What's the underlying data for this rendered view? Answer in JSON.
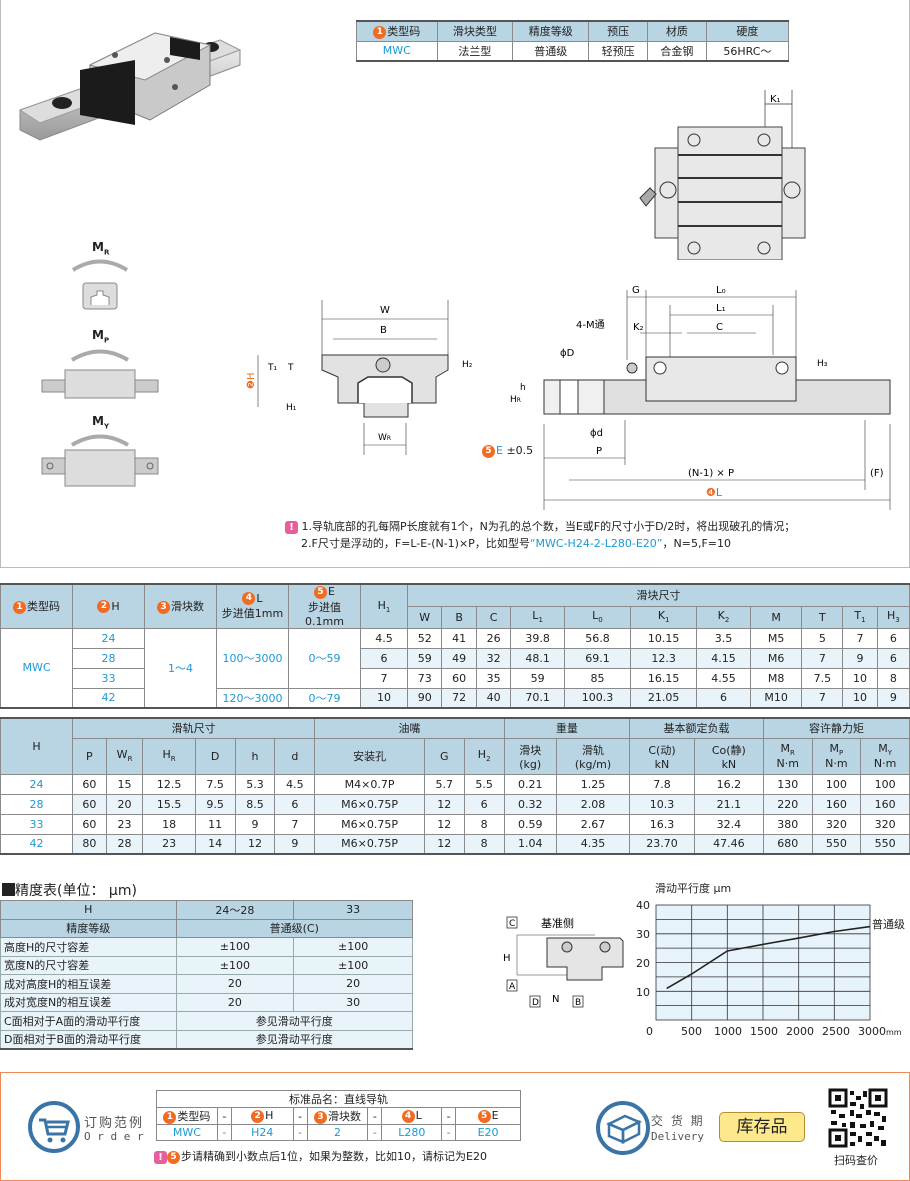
{
  "spec_table": {
    "headers": [
      "类型码",
      "滑块类型",
      "精度等级",
      "预压",
      "材质",
      "硬度"
    ],
    "values": [
      "MWC",
      "法兰型",
      "普通级",
      "轻预压",
      "合金钢",
      "56HRC～"
    ]
  },
  "moment_labels": {
    "mr": "M",
    "mr_sub": "R",
    "mp": "M",
    "mp_sub": "P",
    "my": "M",
    "my_sub": "Y"
  },
  "diagram": {
    "front_labels": {
      "W": "W",
      "B": "B",
      "T1": "T",
      "T": "T",
      "H2": "H",
      "H1": "H",
      "H": "H",
      "WR": "W"
    },
    "side_labels": {
      "G": "G",
      "L0": "L",
      "L1": "L",
      "K2": "K",
      "C": "C",
      "M": "4-M通",
      "H3": "H",
      "phiD": "ϕD",
      "phid": "ϕd",
      "HR": "H",
      "h": "h",
      "E": "E ±0.5",
      "P": "P",
      "NP": "(N-1) × P",
      "F": "(F)",
      "L": "L"
    },
    "top_labels": {
      "K1": "K"
    }
  },
  "notes": {
    "line1": "1.导轨底部的孔每隔P长度就有1个，N为孔的总个数，当E或F的尺寸小于D/2时，将出现破孔的情况；",
    "line2_pre": "2.F尺寸是浮动的，F=L-E-(N-1)×P，比如型号",
    "line2_model": "“MWC-H24-2-L280-E20”",
    "line2_post": "，N=5,F=10"
  },
  "table1": {
    "headers": {
      "type": "类型码",
      "H": "H",
      "count": "滑块数",
      "L": "L",
      "L_step": "步进值1mm",
      "E": "E",
      "E_step": "步进值0.1mm",
      "H1": "H",
      "group": "滑块尺寸"
    },
    "sub_headers": [
      "W",
      "B",
      "C",
      "L",
      "L",
      "K",
      "K",
      "M",
      "T",
      "T",
      "H"
    ],
    "sub_subs": [
      "",
      "",
      "",
      "1",
      "0",
      "1",
      "2",
      "",
      "",
      "1",
      "3"
    ],
    "type": "MWC",
    "count": "1～4",
    "L_ranges": [
      "100～3000",
      "120～3000"
    ],
    "E_ranges": [
      "0～59",
      "0～79"
    ],
    "rows": [
      {
        "H": "24",
        "H1": "4.5",
        "vals": [
          "52",
          "41",
          "26",
          "39.8",
          "56.8",
          "10.15",
          "3.5",
          "M5",
          "5",
          "7",
          "6"
        ]
      },
      {
        "H": "28",
        "H1": "6",
        "vals": [
          "59",
          "49",
          "32",
          "48.1",
          "69.1",
          "12.3",
          "4.15",
          "M6",
          "7",
          "9",
          "6"
        ]
      },
      {
        "H": "33",
        "H1": "7",
        "vals": [
          "73",
          "60",
          "35",
          "59",
          "85",
          "16.15",
          "4.55",
          "M8",
          "7.5",
          "10",
          "8"
        ]
      },
      {
        "H": "42",
        "H1": "10",
        "vals": [
          "90",
          "72",
          "40",
          "70.1",
          "100.3",
          "21.05",
          "6",
          "M10",
          "7",
          "10",
          "9"
        ]
      }
    ]
  },
  "table2": {
    "headers": {
      "H": "H",
      "rail": "滑轨尺寸",
      "oil": "油嘴",
      "weight": "重量",
      "load": "基本额定负载",
      "moment": "容许静力矩"
    },
    "sub_headers": [
      "P",
      "W",
      "H",
      "D",
      "h",
      "d",
      "安装孔",
      "G",
      "H",
      "滑块\n(kg)",
      "滑轨\n(kg/m)",
      "C(动)\nkN",
      "Co(静)\nkN",
      "M\nN·m",
      "M\nN·m",
      "M\nN·m"
    ],
    "rows": [
      {
        "H": "24",
        "vals": [
          "60",
          "15",
          "12.5",
          "7.5",
          "5.3",
          "4.5",
          "M4×0.7P",
          "5.7",
          "5.5",
          "0.21",
          "1.25",
          "7.8",
          "16.2",
          "130",
          "100",
          "100"
        ]
      },
      {
        "H": "28",
        "vals": [
          "60",
          "20",
          "15.5",
          "9.5",
          "8.5",
          "6",
          "M6×0.75P",
          "12",
          "6",
          "0.32",
          "2.08",
          "10.3",
          "21.1",
          "220",
          "160",
          "160"
        ]
      },
      {
        "H": "33",
        "vals": [
          "60",
          "23",
          "18",
          "11",
          "9",
          "7",
          "M6×0.75P",
          "12",
          "8",
          "0.59",
          "2.67",
          "16.3",
          "32.4",
          "380",
          "320",
          "320"
        ]
      },
      {
        "H": "42",
        "vals": [
          "80",
          "28",
          "23",
          "14",
          "12",
          "9",
          "M6×0.75P",
          "12",
          "8",
          "1.04",
          "4.35",
          "23.70",
          "47.46",
          "680",
          "550",
          "550"
        ]
      }
    ]
  },
  "accuracy": {
    "title": "精度表(单位： μm)",
    "col_H": "H",
    "col_a": "24～28",
    "col_b": "33",
    "grade_label": "精度等级",
    "grade_value": "普通级(C)",
    "rows": [
      {
        "label": "高度H的尺寸容差",
        "a": "±100",
        "b": "±100"
      },
      {
        "label": "宽度N的尺寸容差",
        "a": "±100",
        "b": "±100"
      },
      {
        "label": "成对高度H的相互误差",
        "a": "20",
        "b": "20"
      },
      {
        "label": "成对宽度N的相互误差",
        "a": "20",
        "b": "30"
      }
    ],
    "merged_rows": [
      {
        "label": "C面相对于A面的滑动平行度",
        "value": "参见滑动平行度"
      },
      {
        "label": "D面相对于B面的滑动平行度",
        "value": "参见滑动平行度"
      }
    ],
    "ref_diagram": {
      "ref_side": "基准侧",
      "C": "C",
      "A": "A",
      "D": "D",
      "B": "B",
      "H": "H",
      "N": "N"
    }
  },
  "chart_data": {
    "type": "line",
    "title": "滑动平行度 μm",
    "xlabel": "mm",
    "ylabel": "μm",
    "x_ticks": [
      "0",
      "500",
      "1000",
      "1500",
      "2000",
      "2500",
      "3000mm"
    ],
    "y_ticks": [
      "10",
      "20",
      "30",
      "40"
    ],
    "xlim": [
      0,
      3000
    ],
    "ylim": [
      0,
      40
    ],
    "series": [
      {
        "name": "普通级",
        "x": [
          150,
          500,
          1000,
          1500,
          2000,
          2500,
          3000
        ],
        "y": [
          11,
          16,
          24,
          26.3,
          28.5,
          30.8,
          32.5
        ]
      }
    ]
  },
  "order": {
    "title": "订购范例",
    "title_en": "O r d e r",
    "std_name": "标准品名：直线导轨",
    "headers": [
      "类型码",
      "-",
      "H",
      "-",
      "滑块数",
      "-",
      "L",
      "-",
      "E"
    ],
    "values": [
      "MWC",
      "-",
      "H24",
      "-",
      "2",
      "-",
      "L280",
      "-",
      "E20"
    ],
    "note": "步请精确到小数点后1位，如果为整数，比如10，请标记为E20"
  },
  "delivery": {
    "title": "交 货 期",
    "title_en": "Delivery",
    "badge": "库存品",
    "qr_label": "扫码查价"
  },
  "colors": {
    "accent_orange": "#f26b22",
    "link_blue": "#1a9ad6",
    "header_bg": "#b9d4e2",
    "alt_row": "#e9f4fa",
    "warn_pink": "#e75e9c",
    "badge_yellow": "#fde98c"
  }
}
